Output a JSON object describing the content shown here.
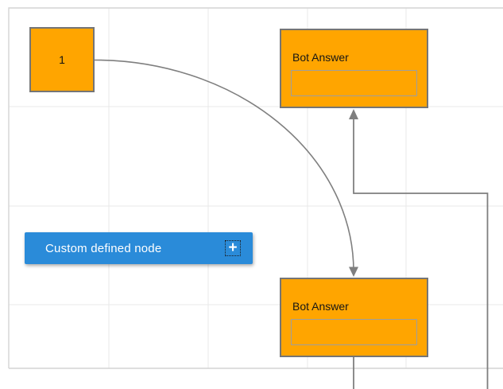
{
  "diagram": {
    "nodes": {
      "start_node": {
        "label": "1"
      },
      "bot_answer_top": {
        "title": "Bot Answer"
      },
      "bot_answer_bottom": {
        "title": "Bot Answer"
      },
      "custom_node": {
        "label": "Custom defined node",
        "add_icon_glyph": "+"
      }
    }
  },
  "colors": {
    "node_orange": "#ffa500",
    "node_border_gray": "#757575",
    "custom_node_blue": "#2a8bd9",
    "connector_gray": "#7f7f7f",
    "grid_line": "#e8e8e8",
    "canvas_border": "#d4d4d4",
    "inner_box_border": "#9e9e9e",
    "canvas_background": "#ffffff"
  }
}
